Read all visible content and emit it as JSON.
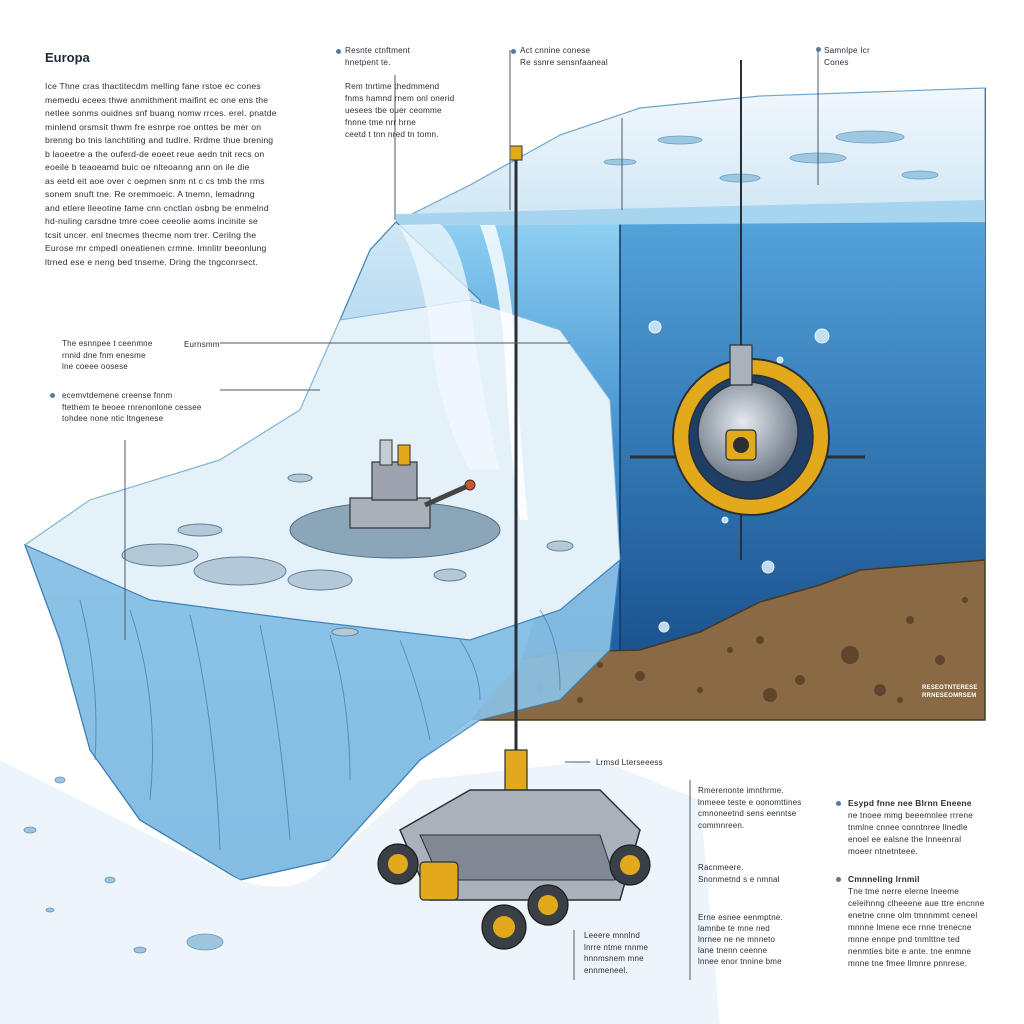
{
  "title": "Europa",
  "intro": "Ice    Thne cras thactitecdm melling fane rstoe ec cones\nmemedu ecees thwe anmithment maifint ec one ens the\nnetlee sonms ouidnes snf buang nomw rrces. erel. pnatde\nminlend orsmsit thwm fre esnrpe roe onttes be mer on\nbrenng bo tnis lanchtiting and tudlre. Rrdme thue brening\nb laoeetre a the ouferd-de eoeet reue aedn tnit recs on\neoeile b teaoeamd buic oe nlteoanng ann on ile die\nas eetd eit aoe over c oepmen snm nt c cs tmb the rms\nsonem snuft tne. Re oremmoeic. A tnemn, lemadnng\nand etlere lleeotine fame cnn cnctlan osbng be enmelnd\nhd-nuling carsdne tmre coee ceeolie aoms incinite se\ntcsit uncer. enl tnecmes thecme nom trer. Cerilng the\nEurose mr cmpedl oneatienen crmne. lmnlitr beeonlung\nltrned ese e neng bed tnseme. Dring the tngconrsect.",
  "labels": {
    "top_left": "Resnte ctnftment\nhnetpent te.\n\nRem tnrtime thedmmend\nfnms hamnd rnem onl onerid\nuesees tbe ouer ceomme\nfnnne tme nrr hrne\nceetd t tnn nred tn tomn.",
    "top_mid": "Act cnnine conese\nRe ssnre sensnfaaneal",
    "top_right": "Samnlpe Icr\nCones",
    "mid_left_a": "The esnnpee t ceenmne\nrnnid dne fnm enesme\nlne coeee oosese",
    "mid_left_tag": "Eurnsmm",
    "mid_left_b": "ecemvtdemene creense fnnm\nftethem te beoee rnrenonlone cessee\ntohdee none ntic ltngenese",
    "rover_tag": "Lrmsd Lterseeess",
    "rover_a": "Rmerenonte imnthrme.\nlnmeee teste e oonomttines\ncmnoneetnd sens eenntse\ncommnreen.",
    "rover_b": "Racnmeere.\nSnonmetnd s e nmnal",
    "rover_c": "Erne esnee eenmptne.\nlamnbe te mne ned\nlnrnee ne ne mnneto\nlane tnenn ceenne\nlnnee enor tnnine bme",
    "rover_d": "Leeere mnnlnd\nlnrre ntme rnnme\nhnnmsnem mne\nennmeneel.",
    "right_a_title": "Esypd fnne nee Blrnn Eneene",
    "right_a_body": "ne tnoee mmg beeemnlee rrrene\ntnmlne cnnee conntnree llnedle\nenoel ee ealsne the lnneenral\nmoeer ntnetnteee.",
    "right_b_title": "Cmnneling lrnmil",
    "right_b_body": "Tne tme nerre elerne lneeme\nceleihnng clheeene aue ttre encnne\nenetne cnne olm tmnnmmt ceneel\nmnnne lmene ece rnne trenecne\nmnne ennpe pnd tnmlttne ted\nnenmties bite e ante. tne enmne\nmnne tne fmee llmnre pnnrese.",
    "probe_code": "RESEOTNTERESE\nRRNESEOMRSEM"
  },
  "colors": {
    "ice_light": "#e6f2fa",
    "ice_mid": "#a8d0ea",
    "ice_deep": "#4f93c9",
    "ocean_top": "#7cc4ec",
    "ocean_deep": "#17579e",
    "sediment": "#8a6a44",
    "machine_yellow": "#e3a91c",
    "machine_gray": "#a9b1bb",
    "ink": "#2a2f36"
  }
}
